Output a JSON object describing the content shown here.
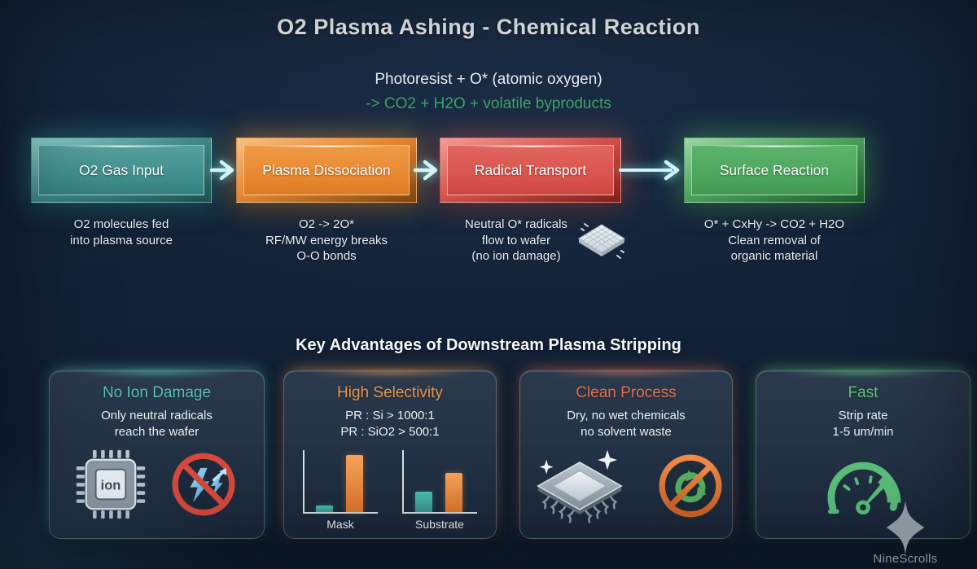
{
  "page": {
    "title": "O2 Plasma Ashing - Chemical Reaction"
  },
  "reaction": {
    "line1": "Photoresist + O* (atomic oxygen)",
    "line2": "-> CO2 + H2O + volatile byproducts",
    "line2_color": "#3fa469"
  },
  "flow": {
    "arrow_color": "#d2f3f7",
    "steps": [
      {
        "label": "O2 Gas Input",
        "color": "#3f8e8d",
        "desc": [
          "O2 molecules fed",
          "into plasma source"
        ]
      },
      {
        "label": "Plasma Dissociation",
        "color": "#e8872f",
        "desc": [
          "O2 -> 2O*",
          "RF/MW energy breaks",
          "O-O bonds"
        ]
      },
      {
        "label": "Radical Transport",
        "color": "#d9534c",
        "desc": [
          "Neutral O* radicals",
          "flow to wafer",
          "(no ion damage)"
        ],
        "icon": "wafer-icon"
      },
      {
        "label": "Surface Reaction",
        "color": "#4ba65c",
        "desc": [
          "O* + CxHy -> CO2 + H2O",
          "Clean removal of",
          "organic material"
        ]
      }
    ]
  },
  "advantages": {
    "heading": "Key Advantages of Downstream Plasma Stripping",
    "cards": [
      {
        "title": "No Ion Damage",
        "accent": "#55c2b8",
        "lines": [
          "Only neutral radicals",
          "reach the wafer"
        ],
        "chip_label": "ion",
        "icons": [
          "ion-chip-icon",
          "no-ion-icon"
        ]
      },
      {
        "title": "High Selectivity",
        "accent": "#e8944a",
        "lines": [
          "PR : Si > 1000:1",
          "PR : SiO2 > 500:1"
        ],
        "icons": [
          "mask-bar-chart",
          "substrate-bar-chart"
        ]
      },
      {
        "title": "Clean Process",
        "accent": "#df7150",
        "lines": [
          "Dry, no wet chemicals",
          "no solvent waste"
        ],
        "icons": [
          "clean-chip-icon",
          "no-chemicals-icon"
        ]
      },
      {
        "title": "Fast",
        "accent": "#5ec476",
        "lines": [
          "Strip rate",
          "1-5 um/min"
        ],
        "icons": [
          "speedometer-icon"
        ]
      }
    ]
  },
  "chart_data": {
    "type": "bar",
    "title": "High Selectivity mini charts",
    "groups": [
      "Mask",
      "Substrate"
    ],
    "series": [
      {
        "name": "teal-bar",
        "color": "#45b3a8",
        "values": [
          0.1,
          0.33
        ]
      },
      {
        "name": "orange-bar",
        "color": "#e8862f",
        "values": [
          0.92,
          0.63
        ]
      }
    ],
    "ylim": [
      0,
      1
    ],
    "legend": "none",
    "grid": "off"
  },
  "watermark": {
    "name": "NineScrolls"
  }
}
